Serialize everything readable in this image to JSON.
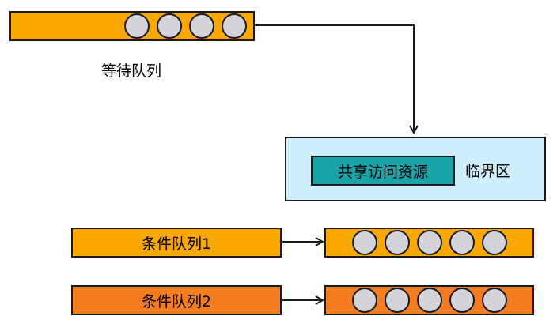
{
  "wait_queue": {
    "label": "等待队列",
    "item_count": 4,
    "color": "#f8a800"
  },
  "critical_section": {
    "label": "临界区",
    "resource_label": "共享访问资源",
    "box_color": "#cdeefa",
    "resource_color": "#1aa3a8"
  },
  "condition_queues": [
    {
      "label": "条件队列1",
      "item_count": 5,
      "color": "#f8a800"
    },
    {
      "label": "条件队列2",
      "item_count": 5,
      "color": "#f57c1f"
    }
  ],
  "item_color": "#d3d3d8"
}
